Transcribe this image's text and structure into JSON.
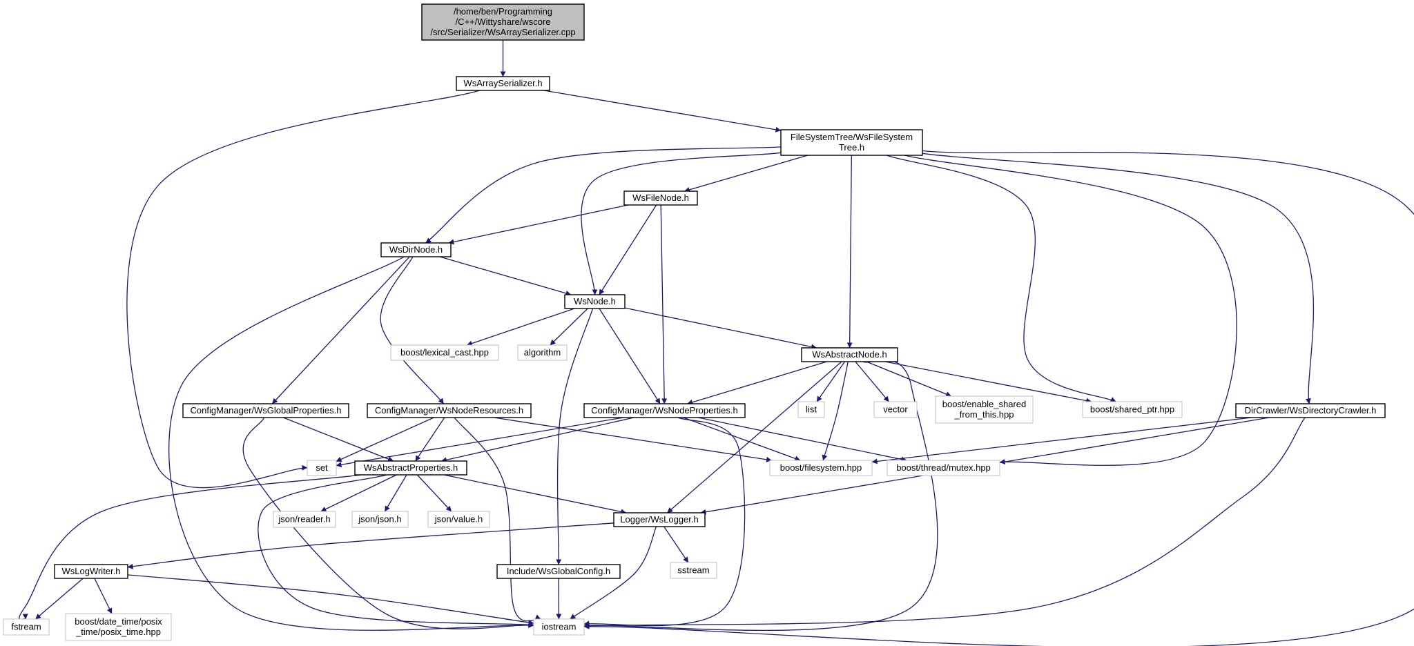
{
  "colors": {
    "edge": "#191970",
    "node_border_strong": "#000000",
    "node_border_external": "#bfbfbf",
    "root_fill": "#bfbfbf",
    "node_fill": "#ffffff",
    "text": "#000000"
  },
  "nodes": [
    {
      "id": "root",
      "lines": [
        "/home/ben/Programming",
        "/C++/Wittyshare/wscore",
        "/src/Serializer/WsArraySerializer.cpp"
      ],
      "kind": "root"
    },
    {
      "id": "ws_array_serializer",
      "lines": [
        "WsArraySerializer.h"
      ],
      "kind": "header"
    },
    {
      "id": "ws_file_system_tree",
      "lines": [
        "FileSystemTree/WsFileSystem",
        "Tree.h"
      ],
      "kind": "header"
    },
    {
      "id": "ws_file_node",
      "lines": [
        "WsFileNode.h"
      ],
      "kind": "header"
    },
    {
      "id": "ws_dir_node",
      "lines": [
        "WsDirNode.h"
      ],
      "kind": "header"
    },
    {
      "id": "ws_node",
      "lines": [
        "WsNode.h"
      ],
      "kind": "header"
    },
    {
      "id": "ws_abstract_node",
      "lines": [
        "WsAbstractNode.h"
      ],
      "kind": "header"
    },
    {
      "id": "boost_lexical_cast",
      "lines": [
        "boost/lexical_cast.hpp"
      ],
      "kind": "external"
    },
    {
      "id": "algorithm",
      "lines": [
        "algorithm"
      ],
      "kind": "external"
    },
    {
      "id": "ws_global_properties",
      "lines": [
        "ConfigManager/WsGlobalProperties.h"
      ],
      "kind": "header"
    },
    {
      "id": "ws_node_resources",
      "lines": [
        "ConfigManager/WsNodeResources.h"
      ],
      "kind": "header"
    },
    {
      "id": "ws_node_properties",
      "lines": [
        "ConfigManager/WsNodeProperties.h"
      ],
      "kind": "header"
    },
    {
      "id": "list",
      "lines": [
        "list"
      ],
      "kind": "external"
    },
    {
      "id": "vector",
      "lines": [
        "vector"
      ],
      "kind": "external"
    },
    {
      "id": "boost_enable_shared",
      "lines": [
        "boost/enable_shared",
        "_from_this.hpp"
      ],
      "kind": "external"
    },
    {
      "id": "boost_shared_ptr",
      "lines": [
        "boost/shared_ptr.hpp"
      ],
      "kind": "external"
    },
    {
      "id": "ws_directory_crawler",
      "lines": [
        "DirCrawler/WsDirectoryCrawler.h"
      ],
      "kind": "header"
    },
    {
      "id": "set",
      "lines": [
        "set"
      ],
      "kind": "external"
    },
    {
      "id": "ws_abstract_properties",
      "lines": [
        "WsAbstractProperties.h"
      ],
      "kind": "header"
    },
    {
      "id": "boost_filesystem",
      "lines": [
        "boost/filesystem.hpp"
      ],
      "kind": "external"
    },
    {
      "id": "boost_thread_mutex",
      "lines": [
        "boost/thread/mutex.hpp"
      ],
      "kind": "external"
    },
    {
      "id": "json_reader",
      "lines": [
        "json/reader.h"
      ],
      "kind": "external"
    },
    {
      "id": "json_json",
      "lines": [
        "json/json.h"
      ],
      "kind": "external"
    },
    {
      "id": "json_value",
      "lines": [
        "json/value.h"
      ],
      "kind": "external"
    },
    {
      "id": "ws_logger",
      "lines": [
        "Logger/WsLogger.h"
      ],
      "kind": "header"
    },
    {
      "id": "sstream",
      "lines": [
        "sstream"
      ],
      "kind": "external"
    },
    {
      "id": "ws_log_writer",
      "lines": [
        "WsLogWriter.h"
      ],
      "kind": "header"
    },
    {
      "id": "ws_global_config",
      "lines": [
        "Include/WsGlobalConfig.h"
      ],
      "kind": "header"
    },
    {
      "id": "fstream",
      "lines": [
        "fstream"
      ],
      "kind": "external"
    },
    {
      "id": "boost_posix_time",
      "lines": [
        "boost/date_time/posix",
        "_time/posix_time.hpp"
      ],
      "kind": "external"
    },
    {
      "id": "iostream",
      "lines": [
        "iostream"
      ],
      "kind": "external"
    }
  ],
  "edges": [
    [
      "root",
      "ws_array_serializer"
    ],
    [
      "ws_array_serializer",
      "ws_file_system_tree"
    ],
    [
      "ws_array_serializer",
      "set"
    ],
    [
      "ws_file_system_tree",
      "ws_file_node"
    ],
    [
      "ws_file_system_tree",
      "ws_dir_node"
    ],
    [
      "ws_file_system_tree",
      "ws_node"
    ],
    [
      "ws_file_system_tree",
      "ws_abstract_node"
    ],
    [
      "ws_file_system_tree",
      "boost_shared_ptr"
    ],
    [
      "ws_file_system_tree",
      "boost_thread_mutex"
    ],
    [
      "ws_file_system_tree",
      "ws_directory_crawler"
    ],
    [
      "ws_file_system_tree",
      "iostream"
    ],
    [
      "ws_file_node",
      "ws_dir_node"
    ],
    [
      "ws_file_node",
      "ws_node"
    ],
    [
      "ws_file_node",
      "ws_node_properties"
    ],
    [
      "ws_dir_node",
      "ws_node"
    ],
    [
      "ws_dir_node",
      "ws_global_properties"
    ],
    [
      "ws_dir_node",
      "ws_node_resources"
    ],
    [
      "ws_dir_node",
      "iostream"
    ],
    [
      "ws_node",
      "boost_lexical_cast"
    ],
    [
      "ws_node",
      "algorithm"
    ],
    [
      "ws_node",
      "ws_abstract_node"
    ],
    [
      "ws_node",
      "ws_node_properties"
    ],
    [
      "ws_node",
      "ws_global_config"
    ],
    [
      "ws_abstract_node",
      "ws_node_properties"
    ],
    [
      "ws_abstract_node",
      "list"
    ],
    [
      "ws_abstract_node",
      "vector"
    ],
    [
      "ws_abstract_node",
      "boost_enable_shared"
    ],
    [
      "ws_abstract_node",
      "boost_shared_ptr"
    ],
    [
      "ws_abstract_node",
      "boost_filesystem"
    ],
    [
      "ws_abstract_node",
      "ws_logger"
    ],
    [
      "ws_abstract_node",
      "iostream"
    ],
    [
      "ws_global_properties",
      "ws_abstract_properties"
    ],
    [
      "ws_global_properties",
      "iostream"
    ],
    [
      "ws_node_resources",
      "set"
    ],
    [
      "ws_node_resources",
      "ws_abstract_properties"
    ],
    [
      "ws_node_resources",
      "boost_filesystem"
    ],
    [
      "ws_node_resources",
      "iostream"
    ],
    [
      "ws_node_properties",
      "set"
    ],
    [
      "ws_node_properties",
      "ws_abstract_properties"
    ],
    [
      "ws_node_properties",
      "boost_filesystem"
    ],
    [
      "ws_node_properties",
      "boost_thread_mutex"
    ],
    [
      "ws_node_properties",
      "iostream"
    ],
    [
      "ws_directory_crawler",
      "boost_filesystem"
    ],
    [
      "ws_directory_crawler",
      "ws_logger"
    ],
    [
      "ws_directory_crawler",
      "iostream"
    ],
    [
      "ws_abstract_properties",
      "json_reader"
    ],
    [
      "ws_abstract_properties",
      "json_json"
    ],
    [
      "ws_abstract_properties",
      "json_value"
    ],
    [
      "ws_abstract_properties",
      "ws_logger"
    ],
    [
      "ws_abstract_properties",
      "fstream"
    ],
    [
      "ws_abstract_properties",
      "iostream"
    ],
    [
      "ws_logger",
      "ws_log_writer"
    ],
    [
      "ws_logger",
      "sstream"
    ],
    [
      "ws_logger",
      "iostream"
    ],
    [
      "ws_log_writer",
      "fstream"
    ],
    [
      "ws_log_writer",
      "boost_posix_time"
    ],
    [
      "ws_log_writer",
      "iostream"
    ],
    [
      "ws_global_config",
      "iostream"
    ]
  ]
}
